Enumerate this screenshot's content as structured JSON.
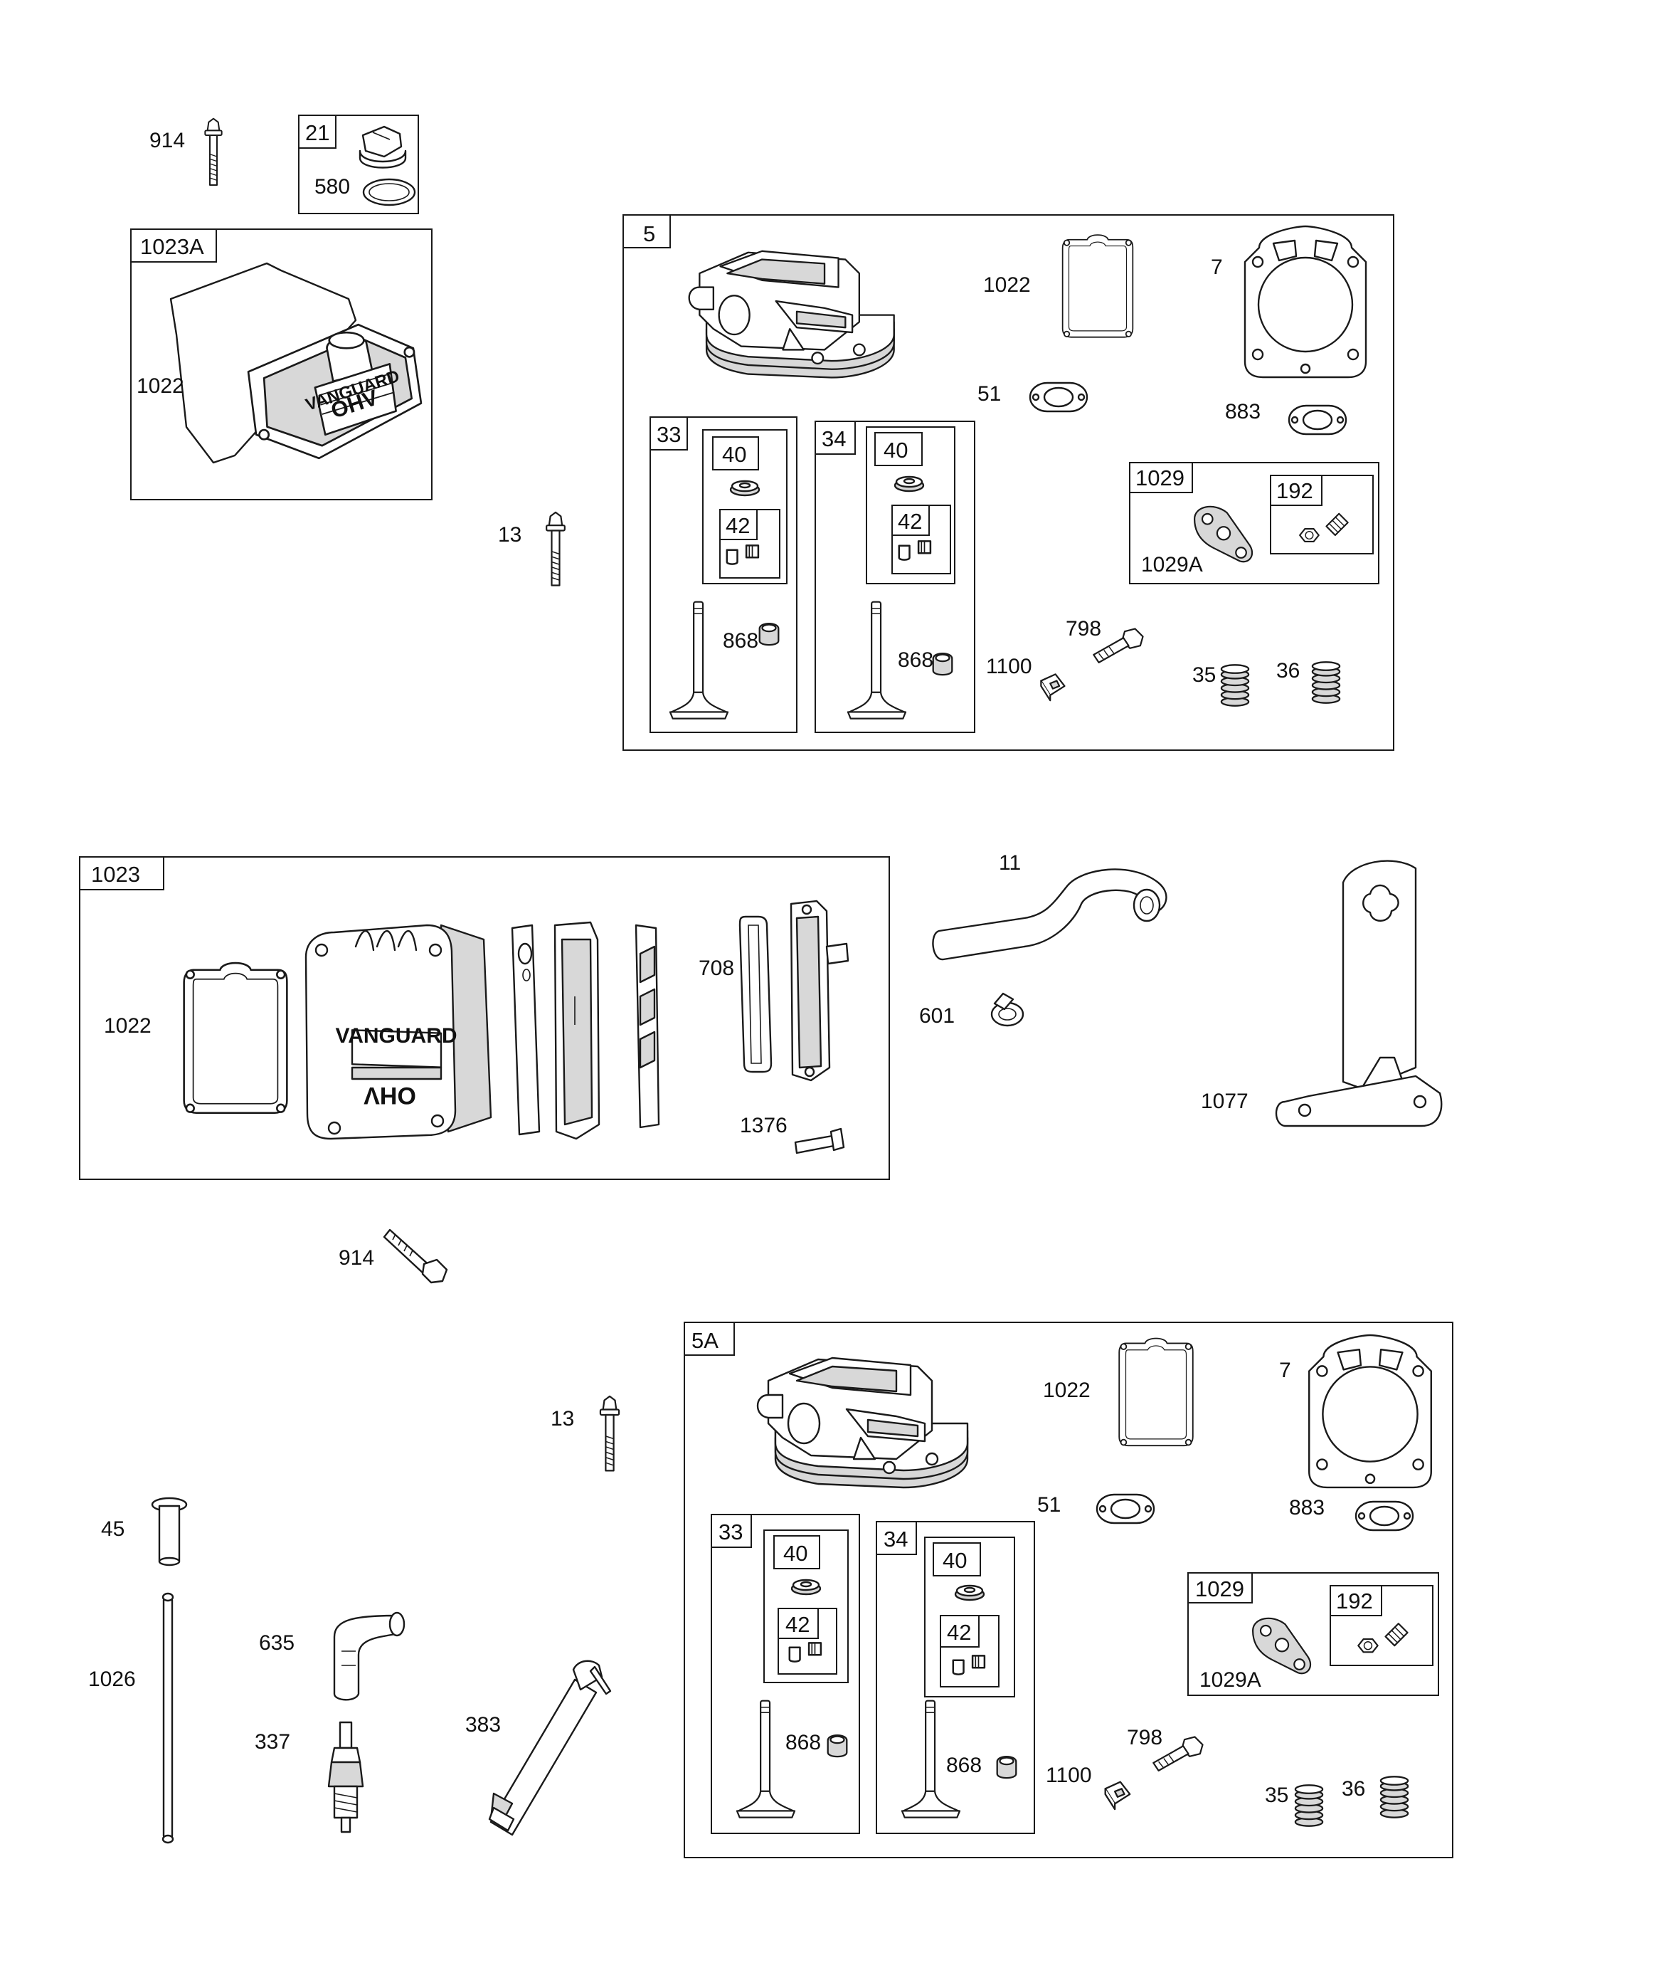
{
  "groups": {
    "g21": "21",
    "g1023a": "1023A",
    "g5": "5",
    "g33_top": "33",
    "g40_33_top": "40",
    "g42_33_top": "42",
    "g34_top": "34",
    "g40_34_top": "40",
    "g42_34_top": "42",
    "g1029_top": "1029",
    "g192_top": "192",
    "g1023": "1023",
    "g5a": "5A",
    "g33_bot": "33",
    "g40_33_bot": "40",
    "g42_33_bot": "42",
    "g34_bot": "34",
    "g40_34_bot": "40",
    "g42_34_bot": "42",
    "g1029_bot": "1029",
    "g192_bot": "192"
  },
  "callouts": {
    "c914_top": "914",
    "c580": "580",
    "c1022_1023a": "1022",
    "c13_top": "13",
    "c1022_top": "1022",
    "c7_top": "7",
    "c51_top": "51",
    "c883_top": "883",
    "c1029a_top": "1029A",
    "c868_33_top": "868",
    "c868_34_top": "868",
    "c798_top": "798",
    "c1100_top": "1100",
    "c35_top": "35",
    "c36_top": "36",
    "c1022_1023": "1022",
    "c708": "708",
    "c1376": "1376",
    "c11": "11",
    "c601": "601",
    "c1077": "1077",
    "c914_mid": "914",
    "c13_bot": "13",
    "c45": "45",
    "c1026": "1026",
    "c635": "635",
    "c337": "337",
    "c383": "383",
    "c1022_bot": "1022",
    "c7_bot": "7",
    "c51_bot": "51",
    "c883_bot": "883",
    "c1029a_bot": "1029A",
    "c868_33_bot": "868",
    "c868_34_bot": "868",
    "c798_bot": "798",
    "c1100_bot": "1100",
    "c35_bot": "35",
    "c36_bot": "36"
  },
  "cover_text": {
    "brand": "VANGUARD",
    "model": "OHV"
  },
  "colors": {
    "line": "#1a1a1a",
    "background": "#ffffff",
    "fill_shade": "#d8d8d8"
  }
}
